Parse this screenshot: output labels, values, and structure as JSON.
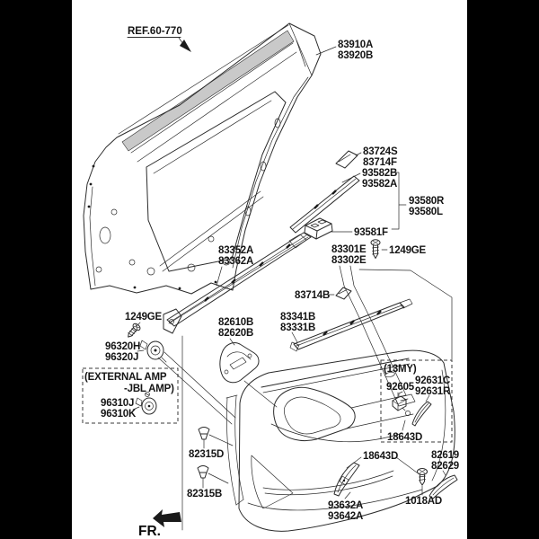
{
  "figure": {
    "type": "parts-diagram",
    "subject": "rear door trim panel exploded view"
  },
  "colors": {
    "background": "#000000",
    "paper": "#ffffff",
    "line": "#2b2b2b",
    "text": "#151515"
  },
  "ref_label": "REF.60-770",
  "fr_label": "FR.",
  "boxes": {
    "external_amp": {
      "line1": "(EXTERNAL AMP",
      "line2": "-JBL AMP)"
    },
    "my13": {
      "label": "(13MY)"
    }
  },
  "parts": {
    "p83910": {
      "line1": "83910A",
      "line2": "83920B"
    },
    "p83724": {
      "line1": "83724S",
      "line2": "83714F"
    },
    "p93582": {
      "line1": "93582B",
      "line2": "93582A"
    },
    "p93580": {
      "line1": "93580R",
      "line2": "93580L"
    },
    "p93581": {
      "line1": "93581F"
    },
    "p83301": {
      "line1": "83301E",
      "line2": "83302E"
    },
    "p1249_right": {
      "line1": "1249GE"
    },
    "p83352": {
      "line1": "83352A",
      "line2": "83362A"
    },
    "p1249_left": {
      "line1": "1249GE"
    },
    "p96320": {
      "line1": "96320H",
      "line2": "96320J"
    },
    "p96310": {
      "line1": "96310J",
      "line2": "96310K"
    },
    "p82610": {
      "line1": "82610B",
      "line2": "82620B"
    },
    "p83714b": {
      "line1": "83714B"
    },
    "p83341": {
      "line1": "83341B",
      "line2": "83331B"
    },
    "p82315d": {
      "line1": "82315D"
    },
    "p82315b": {
      "line1": "82315B"
    },
    "p92605": {
      "line1": "92605"
    },
    "p92631": {
      "line1": "92631C",
      "line2": "92631R"
    },
    "p18643_13my": {
      "line1": "18643D"
    },
    "p18643": {
      "line1": "18643D"
    },
    "p82619": {
      "line1": "82619",
      "line2": "82629"
    },
    "p1018": {
      "line1": "1018AD"
    },
    "p93632": {
      "line1": "93632A",
      "line2": "93642A"
    }
  }
}
